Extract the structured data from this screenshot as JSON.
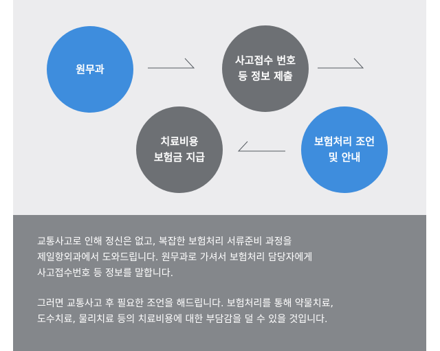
{
  "diagram": {
    "steps": [
      {
        "lines": [
          "원무과"
        ],
        "color": "#3e8ddd"
      },
      {
        "lines": [
          "사고접수 번호",
          "등 정보 제출"
        ],
        "color": "#6d7074"
      },
      {
        "lines": [
          "보험처리 조언",
          "및 안내"
        ],
        "color": "#3e8ddd"
      },
      {
        "lines": [
          "치료비용",
          "보험금 지급"
        ],
        "color": "#6d7074"
      }
    ]
  },
  "description": {
    "paragraphs": [
      [
        "교통사고로 인해 정신은 없고, 복잡한 보험처리 서류준비 과정을",
        "제일항외과에서 도와드립니다. 원무과로 가셔서 보험처리 담당자에게",
        "사고접수번호 등 정보를 말합니다."
      ],
      [
        "그러면 교통사고 후 필요한 조언을 해드립니다. 보험처리를 통해 약물치료,",
        "도수치료, 물리치료 등의 치료비용에 대한 부담감을 덜 수 있을 것입니다."
      ]
    ]
  }
}
